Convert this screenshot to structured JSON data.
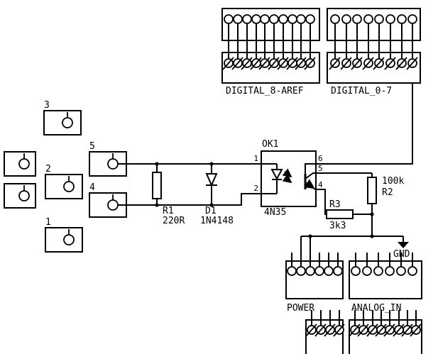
{
  "connectors": {
    "digital_8_aref": "DIGITAL_8-AREF",
    "digital_0_7": "DIGITAL_0-7",
    "power": "POWER",
    "analog_in": "ANALOG_IN"
  },
  "components": {
    "ok1": {
      "ref": "OK1",
      "value": "4N35",
      "pin_1": "1",
      "pin_2": "2",
      "pin_4": "4",
      "pin_5": "5",
      "pin_6": "6"
    },
    "r1": {
      "ref": "R1",
      "value": "220R"
    },
    "r2": {
      "ref": "R2",
      "value": "100k"
    },
    "r3": {
      "ref": "R3",
      "value": "3k3"
    },
    "d1": {
      "ref": "D1",
      "value": "1N4148"
    }
  },
  "pads": {
    "p1": "1",
    "p2": "2",
    "p3": "3",
    "p4": "4",
    "p5": "5"
  },
  "nets": {
    "gnd": "GND"
  }
}
